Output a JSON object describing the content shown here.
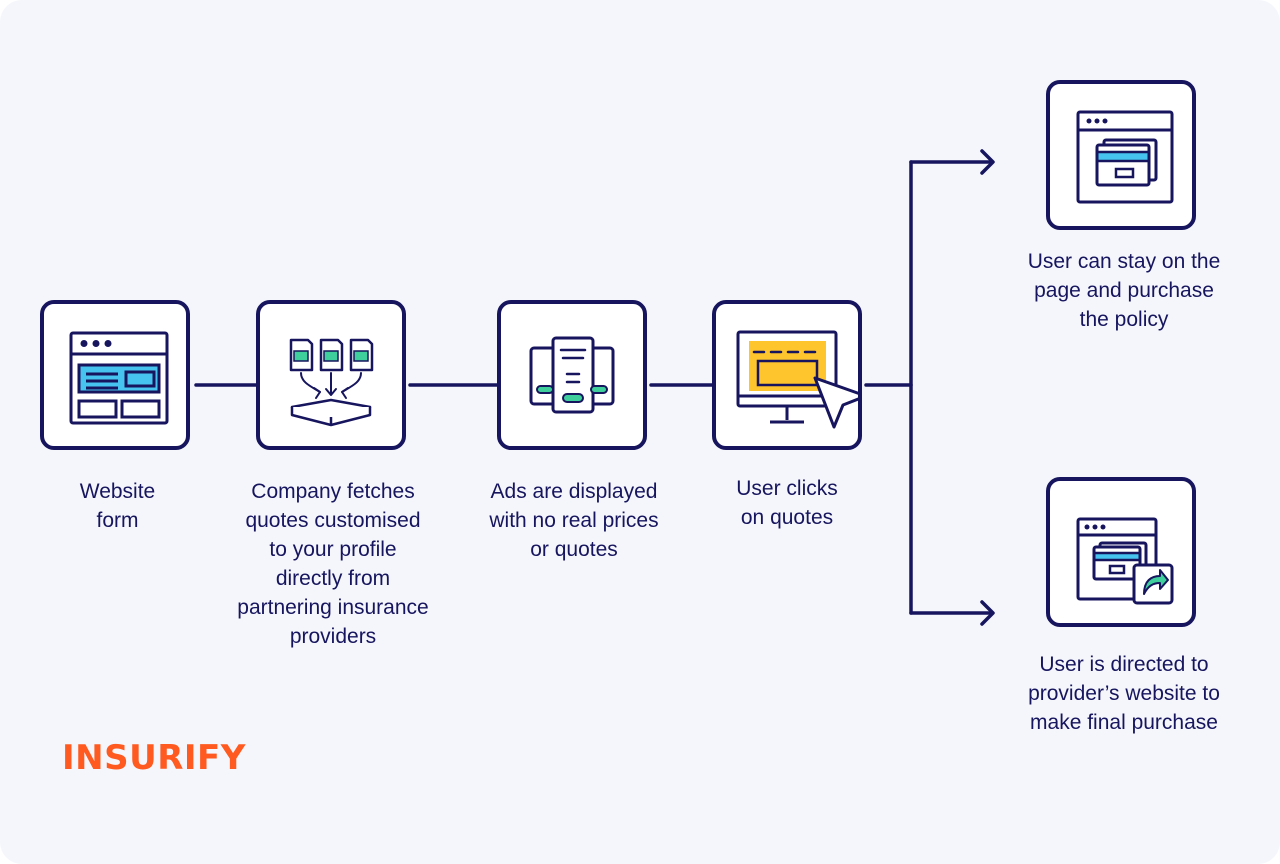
{
  "steps": [
    {
      "id": "website-form",
      "caption": "Website\nform",
      "icon": "browser-form-icon"
    },
    {
      "id": "company-fetches",
      "caption": "Company fetches\nquotes customised\nto your profile\ndirectly from\npartnering insurance\nproviders",
      "icon": "documents-to-box-icon"
    },
    {
      "id": "ads-displayed",
      "caption": "Ads are displayed\nwith no real prices\nor quotes",
      "icon": "ad-cards-icon"
    },
    {
      "id": "user-clicks",
      "caption": "User clicks\non quotes",
      "icon": "monitor-cursor-icon"
    }
  ],
  "outcomes": [
    {
      "id": "stay-on-page",
      "caption": "User can stay on the\npage and purchase\nthe policy",
      "icon": "browser-cards-icon"
    },
    {
      "id": "directed-to-provider",
      "caption": "User is directed to\nprovider’s website to\nmake final purchase",
      "icon": "browser-redirect-icon"
    }
  ],
  "brand": {
    "logo_text": "INSURIFY",
    "logo_color": "#ff5a1f"
  },
  "colors": {
    "navy": "#17155e",
    "blue": "#47c3ef",
    "green": "#3fcf9c",
    "yellow": "#ffc52d",
    "background": "#f4f6fb"
  }
}
